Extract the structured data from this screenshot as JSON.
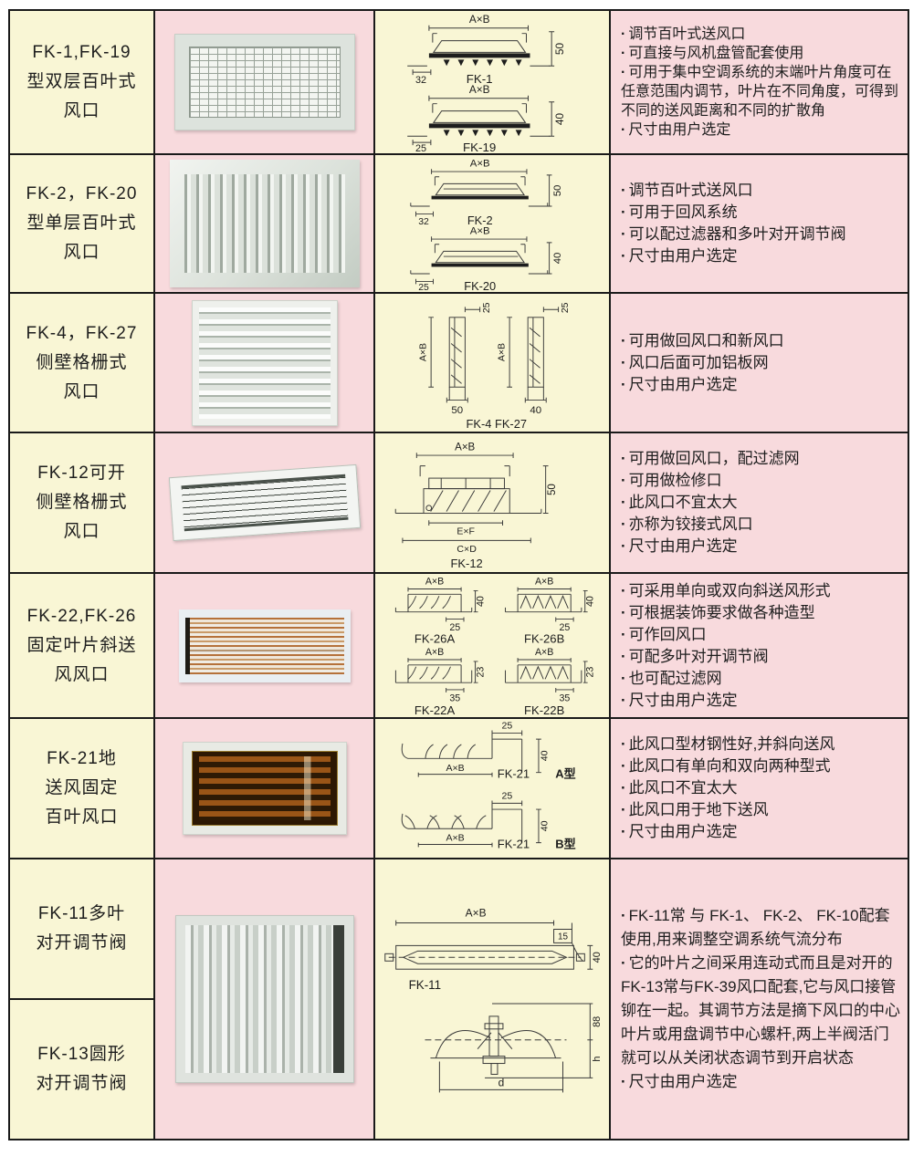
{
  "colors": {
    "cream": "#f9f6d5",
    "pink": "#f8dadd",
    "grid_line": "#1a1a1a",
    "text": "#1d1d1d"
  },
  "rows": [
    {
      "name_lines": [
        "FK-1,FK-19",
        "型双层百叶式",
        "风口"
      ],
      "diagram": {
        "units": [
          {
            "dim_top": "A×B",
            "dim_right": "50",
            "dim_left": "32",
            "label": "FK-1"
          },
          {
            "dim_top": "A×B",
            "dim_right": "40",
            "dim_left": "25",
            "label": "FK-19"
          }
        ]
      },
      "features": [
        "调节百叶式送风口",
        "可直接与风机盘管配套使用",
        "可用于集中空调系统的末端叶片角度可在任意范围内调节，叶片在不同角度，可得到不同的送风距离和不同的扩散角",
        "尺寸由用户选定"
      ]
    },
    {
      "name_lines": [
        "FK-2，FK-20",
        "型单层百叶式",
        "风口"
      ],
      "diagram": {
        "units": [
          {
            "dim_top": "A×B",
            "dim_right": "50",
            "dim_left": "32",
            "label": "FK-2"
          },
          {
            "dim_top": "A×B",
            "dim_right": "40",
            "dim_left": "25",
            "label": "FK-20"
          }
        ]
      },
      "features": [
        "调节百叶式送风口",
        "可用于回风系统",
        "可以配过滤器和多叶对开调节阀",
        "尺寸由用户选定"
      ]
    },
    {
      "name_lines": [
        "FK-4，FK-27",
        "侧壁格栅式",
        "风口"
      ],
      "diagram": {
        "label": "FK-4 FK-27",
        "units": [
          {
            "dim_left": "A×B",
            "dim_top": "25",
            "dim_bottom": "50"
          },
          {
            "dim_left": "A×B",
            "dim_top": "25",
            "dim_bottom": "40"
          }
        ]
      },
      "features": [
        "可用做回风口和新风口",
        "风口后面可加铝板网",
        "尺寸由用户选定"
      ]
    },
    {
      "name_lines": [
        "FK-12可开",
        "侧壁格栅式",
        "风口"
      ],
      "diagram": {
        "label": "FK-12",
        "dim_top": "A×B",
        "dim_right": "50",
        "dim_mid": "E×F",
        "dim_bottom": "C×D"
      },
      "features": [
        "可用做回风口，配过滤网",
        "可用做检修口",
        "此风口不宜太大",
        "亦称为铰接式风口",
        "尺寸由用户选定"
      ]
    },
    {
      "name_lines": [
        "FK-22,FK-26",
        "固定叶片斜送",
        "风风口"
      ],
      "diagram": {
        "units": [
          {
            "dim_top": "A×B",
            "dim_right": "40",
            "dim_bottom": "25",
            "label": "FK-26A"
          },
          {
            "dim_top": "A×B",
            "dim_right": "40",
            "dim_bottom": "25",
            "label": "FK-26B"
          },
          {
            "dim_top": "A×B",
            "dim_right": "23",
            "dim_bottom": "35",
            "label": "FK-22A"
          },
          {
            "dim_top": "A×B",
            "dim_right": "23",
            "dim_bottom": "35",
            "label": "FK-22B"
          }
        ]
      },
      "features": [
        "可采用单向或双向斜送风形式",
        "可根据装饰要求做各种造型",
        "可作回风口",
        "可配多叶对开调节阀",
        "也可配过滤网",
        "尺寸由用户选定"
      ]
    },
    {
      "name_lines": [
        "FK-21地",
        "送风固定",
        "百叶风口"
      ],
      "diagram": {
        "units": [
          {
            "dim_top": "25",
            "dim_right": "40",
            "dim_bottom": "A×B",
            "label": "FK-21",
            "type": "A型"
          },
          {
            "dim_top": "25",
            "dim_right": "40",
            "dim_bottom": "A×B",
            "label": "FK-21",
            "type": "B型"
          }
        ]
      },
      "features": [
        "此风口型材钢性好,并斜向送风",
        "此风口有单向和双向两种型式",
        "此风口不宜太大",
        "此风口用于地下送风",
        "尺寸由用户选定"
      ]
    },
    {
      "name_top_lines": [
        "FK-11多叶",
        "对开调节阀"
      ],
      "name_bottom_lines": [
        "FK-13圆形",
        "对开调节阀"
      ],
      "diagram": {
        "label": "FK-11",
        "dim_top": "A×B",
        "dim_tr": "15",
        "dim_right": "40",
        "dim_88": "88",
        "dim_h": "h",
        "dim_d": "d"
      },
      "features": [
        "FK-11常 与 FK-1、 FK-2、 FK-10配套使用,用来调整空调系统气流分布",
        "它的叶片之间采用连动式而且是对开的FK-13常与FK-39风口配套,它与风口接管铆在一起。其调节方法是摘下风口的中心叶片或用盘调节中心螺杆,两上半阀活门就可以从关闭状态调节到开启状态",
        "尺寸由用户选定"
      ]
    }
  ]
}
